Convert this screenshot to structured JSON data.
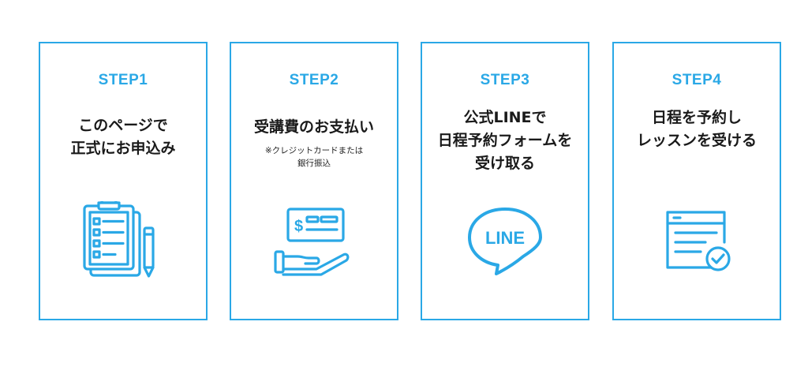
{
  "steps": [
    {
      "label": "STEP1",
      "title_lines": [
        "このページで",
        "正式にお申込み"
      ],
      "note_lines": [],
      "icon": "clipboard-checklist-icon"
    },
    {
      "label": "STEP2",
      "title_lines": [
        "受講費のお支払い"
      ],
      "note_lines": [
        "※クレジットカードまたは",
        "銀行振込"
      ],
      "icon": "payment-hand-icon"
    },
    {
      "label": "STEP3",
      "title_lines": [
        "公式LINEで",
        "日程予約フォームを",
        "受け取る"
      ],
      "note_lines": [],
      "icon": "line-logo-icon",
      "icon_text": "LINE"
    },
    {
      "label": "STEP4",
      "title_lines": [
        "日程を予約し",
        "レッスンを受ける"
      ],
      "note_lines": [],
      "icon": "calendar-check-icon"
    }
  ],
  "colors": {
    "accent": "#2aa8e6",
    "text": "#1a1a1a"
  }
}
